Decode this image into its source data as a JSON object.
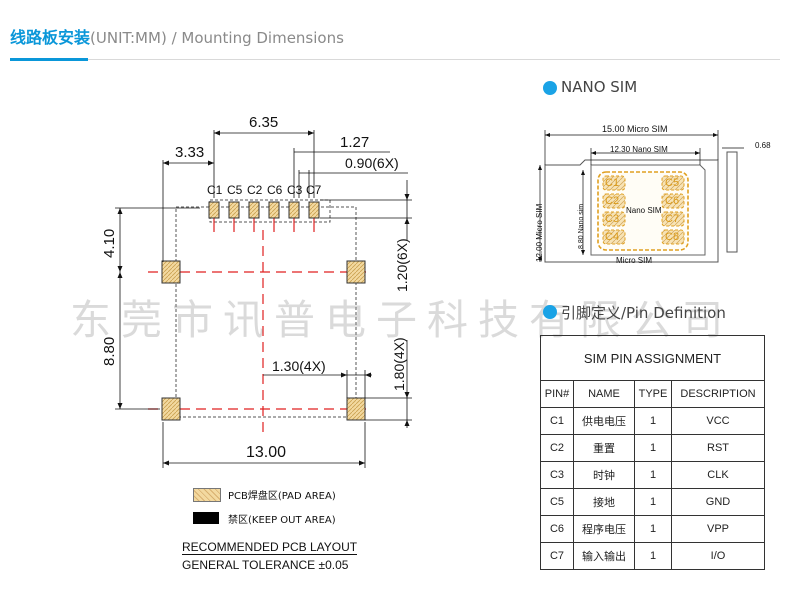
{
  "header": {
    "title_cn": "线路板安装",
    "title_en": "(UNIT:MM) / Mounting Dimensions"
  },
  "layout_drawing": {
    "dims": {
      "d635": "6.35",
      "d333": "3.33",
      "d127": "1.27",
      "d090": "0.90(6X)",
      "d410": "4.10",
      "d880": "8.80",
      "d120": "1.20(6X)",
      "d130": "1.30(4X)",
      "d180": "1.80(4X)",
      "d1300": "13.00"
    },
    "pins": [
      "C1",
      "C5",
      "C2",
      "C6",
      "C3",
      "C7"
    ]
  },
  "legend": {
    "pad_area": "PCB焊盘区(PAD AREA)",
    "keep_out": "禁区(KEEP OUT AREA)",
    "pad_color": "#f3d9a0",
    "keep_color": "#000000"
  },
  "notes": {
    "recommended": "RECOMMENDED PCB LAYOUT",
    "tolerance": "GENERAL TOLERANCE ±0.05"
  },
  "nano_sim": {
    "section_title": "NANO SIM",
    "dims": {
      "d1500": "15.00 Micro SIM",
      "d1230": "12.30 Nano SIM",
      "d068": "0.68",
      "d1200": "12.00 Micro SIM",
      "d880": "8.80 Nano sim"
    },
    "center_label": "Nano SIM",
    "bottom_label": "Micro SIM",
    "contacts": [
      "C1",
      "C5",
      "C2",
      "C6",
      "C3",
      "C7",
      "C4",
      "C8"
    ]
  },
  "pin_definition": {
    "section_title": "引脚定义/Pin Definition"
  },
  "pin_table": {
    "title": "SIM PIN ASSIGNMENT",
    "headers": [
      "PIN#",
      "NAME",
      "TYPE",
      "DESCRIPTION"
    ],
    "rows": [
      [
        "C1",
        "供电电压",
        "1",
        "VCC"
      ],
      [
        "C2",
        "重置",
        "1",
        "RST"
      ],
      [
        "C3",
        "时钟",
        "1",
        "CLK"
      ],
      [
        "C5",
        "接地",
        "1",
        "GND"
      ],
      [
        "C6",
        "程序电压",
        "1",
        "VPP"
      ],
      [
        "C7",
        "输入输出",
        "1",
        "I/O"
      ]
    ]
  },
  "watermark": "东莞市讯普电子科技有限公司"
}
